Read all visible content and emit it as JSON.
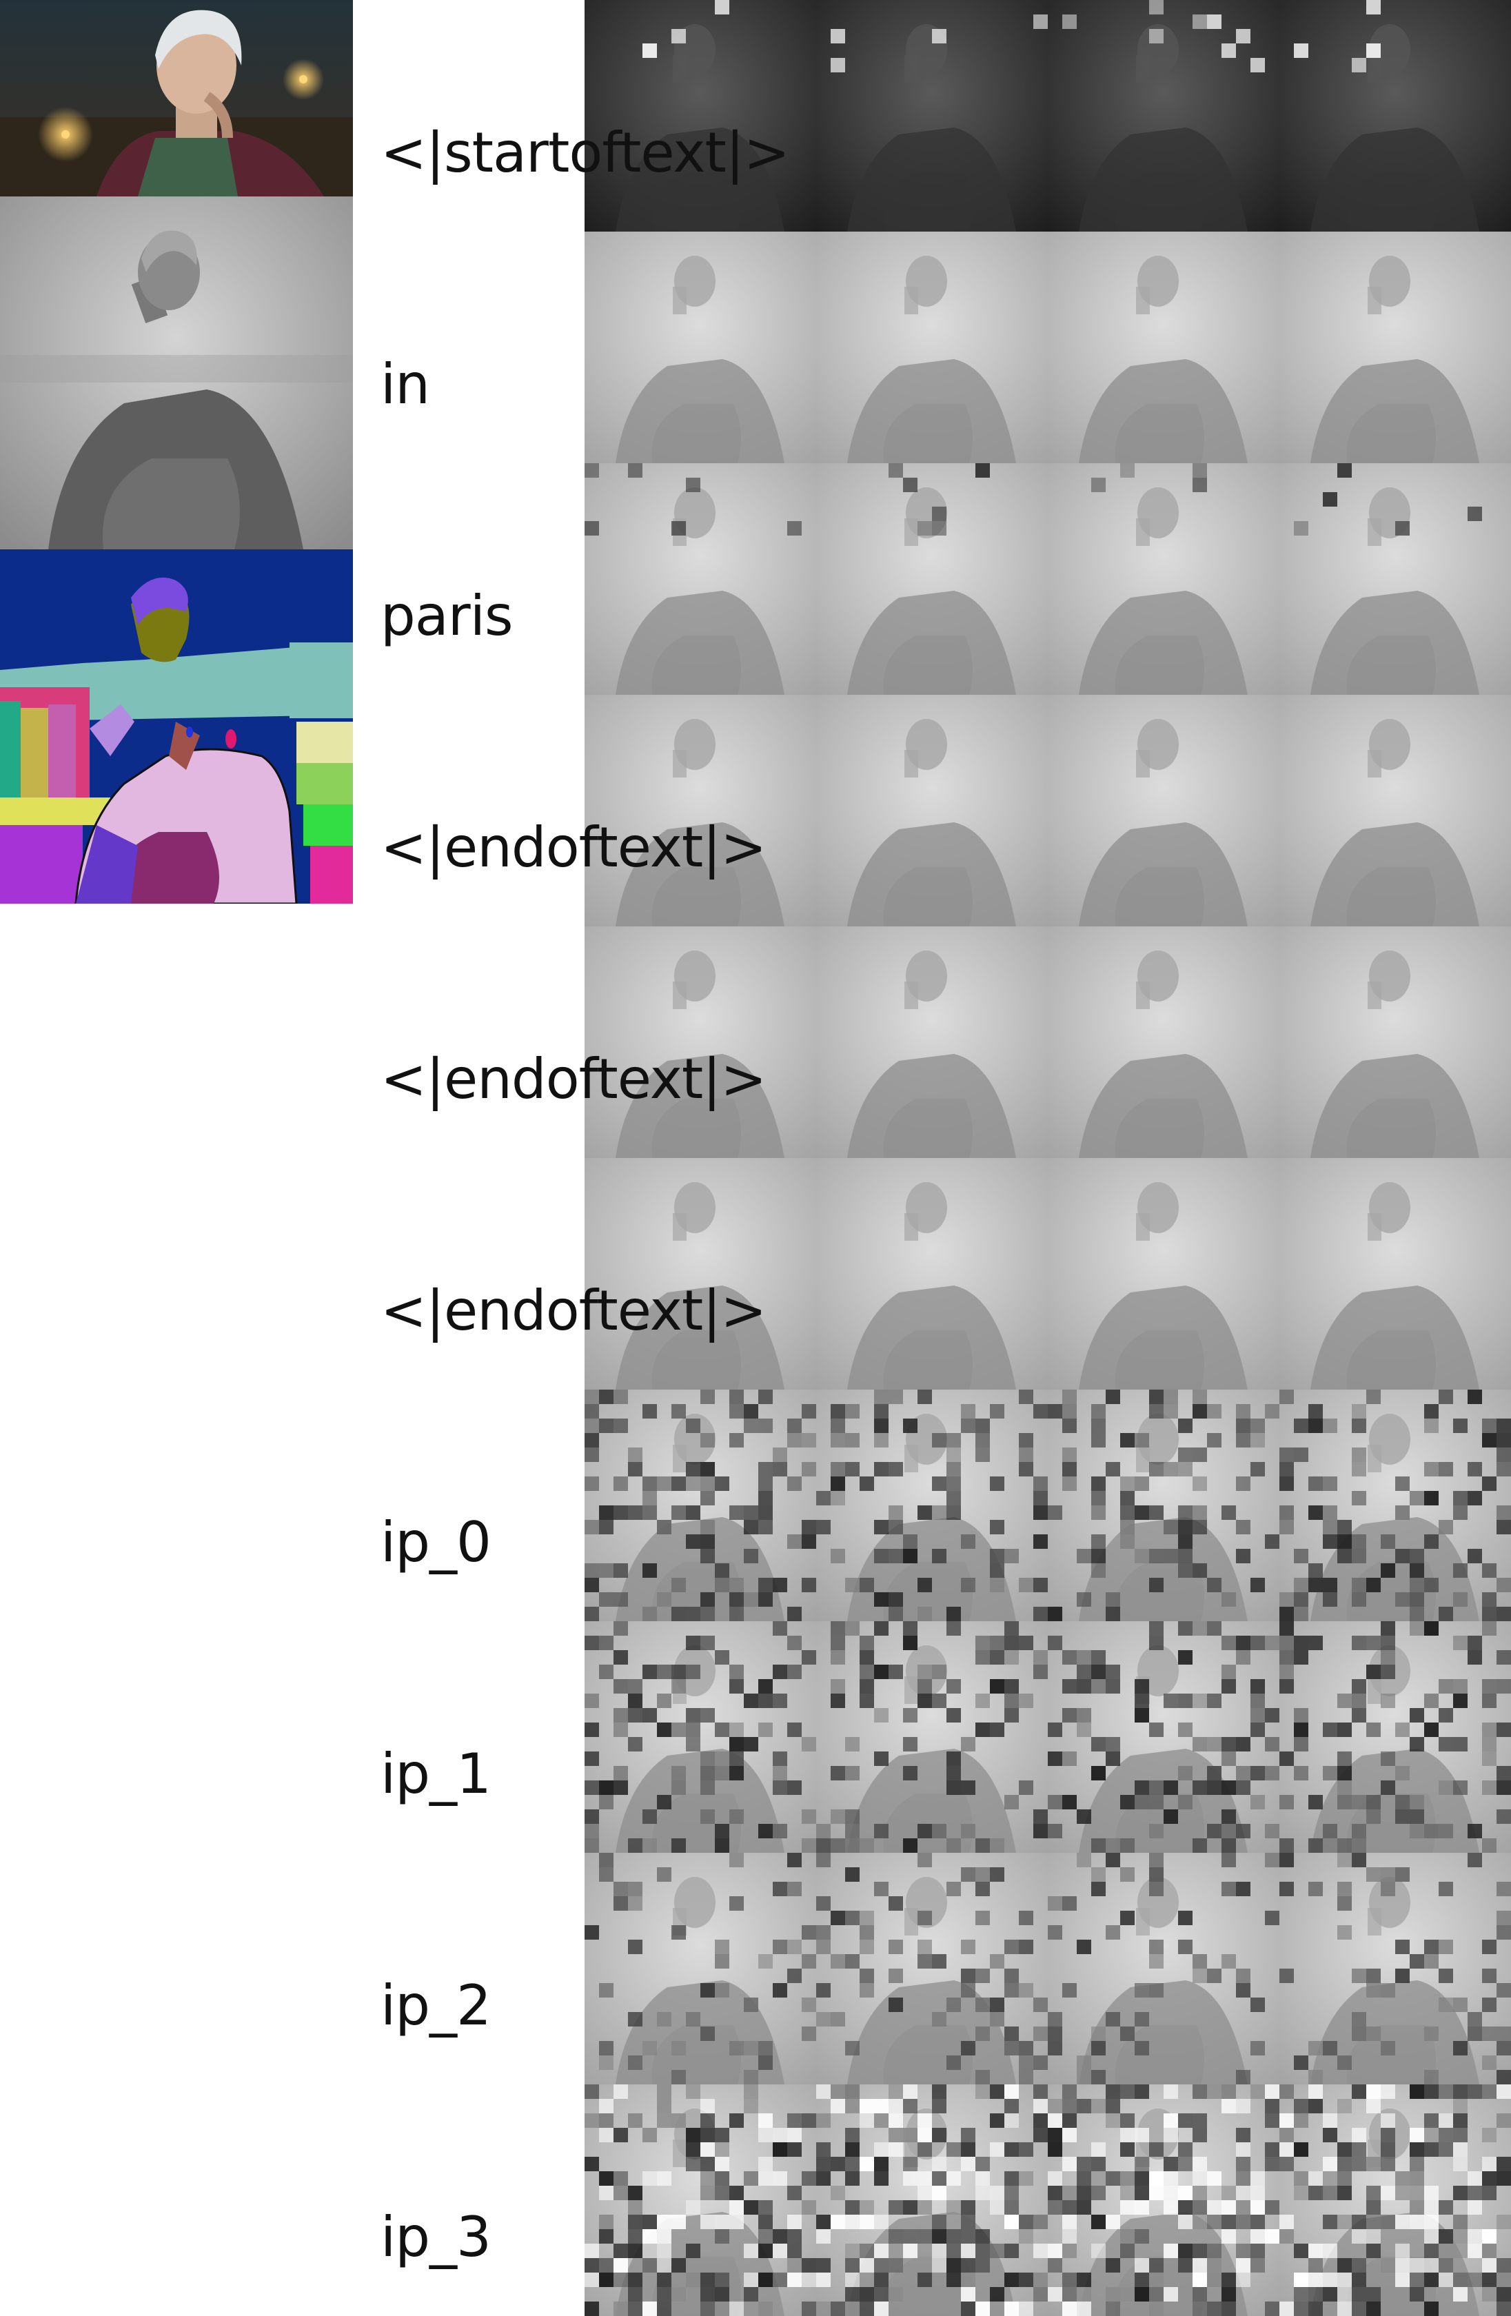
{
  "reference_images": {
    "input_image": "character portrait (man with silver hair, hand on chin, night garden)",
    "grayscale_image": "grayscale statue-like rendering of the character",
    "segmentation_map": "semantic segmentation map"
  },
  "rows": [
    {
      "token": "<|startoftext|>",
      "tone": "dark",
      "pattern": "sparse-top"
    },
    {
      "token": "in",
      "tone": "light",
      "pattern": "none"
    },
    {
      "token": "paris",
      "tone": "light",
      "pattern": "sparse-top-dark"
    },
    {
      "token": "<|endoftext|>",
      "tone": "light",
      "pattern": "none"
    },
    {
      "token": "<|endoftext|>",
      "tone": "light",
      "pattern": "none"
    },
    {
      "token": "<|endoftext|>",
      "tone": "light",
      "pattern": "none"
    },
    {
      "token": "ip_0",
      "tone": "light",
      "pattern": "dense-dark"
    },
    {
      "token": "ip_1",
      "tone": "light",
      "pattern": "dense-dark"
    },
    {
      "token": "ip_2",
      "tone": "light",
      "pattern": "medium-dark"
    },
    {
      "token": "ip_3",
      "tone": "light",
      "pattern": "very-dense-mixed"
    }
  ],
  "columns": 4
}
